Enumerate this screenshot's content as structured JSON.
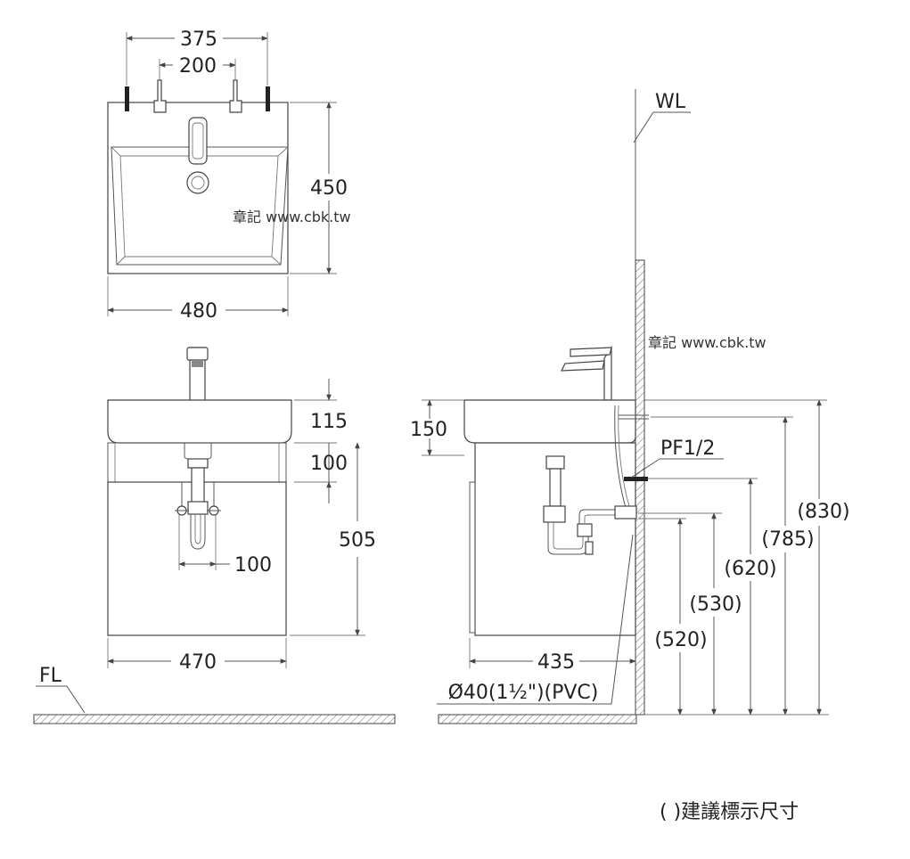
{
  "plan_view": {
    "dim_faucet_span": "375",
    "dim_tap_span": "200",
    "dim_depth": "450",
    "dim_width": "480"
  },
  "front_view": {
    "dim_basin_height": "115",
    "dim_gap": "100",
    "dim_cabinet_height": "505",
    "dim_trap_width": "100",
    "dim_cabinet_width": "470"
  },
  "side_view": {
    "dim_basin_height": "150",
    "dim_depth": "435",
    "label_supply": "PF1/2",
    "label_drain_pipe": "Ø40(1½\")(PVC)",
    "height_830": "(830)",
    "height_785": "(785)",
    "height_620": "(620)",
    "height_530": "(530)",
    "height_520": "(520)"
  },
  "labels": {
    "wall_line": "WL",
    "floor_line": "FL",
    "watermark_1": "章記 www.cbk.tw",
    "watermark_2": "章記 www.cbk.tw",
    "note": "( )建議標示尺寸"
  }
}
